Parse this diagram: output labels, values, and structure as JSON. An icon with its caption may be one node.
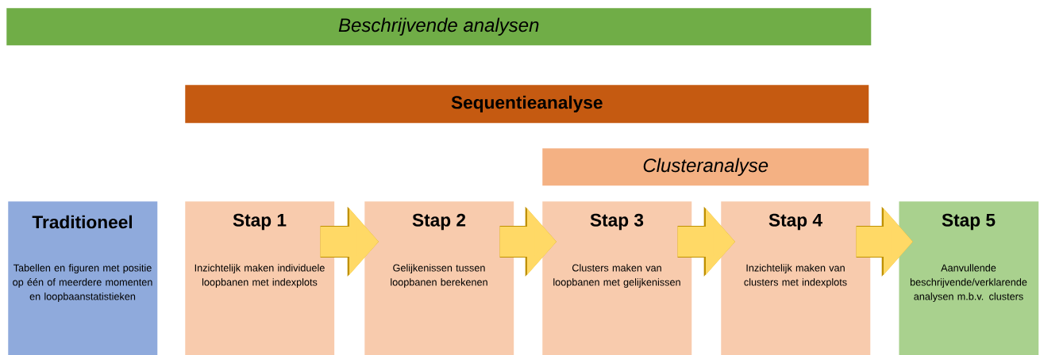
{
  "diagram": {
    "nodes": [
      {
        "text": [
          "Beschrijvende analysen"
        ]
      },
      {
        "text": [
          "Sequentieanalyse"
        ]
      },
      {
        "text": [
          "Clusteranalyse"
        ]
      },
      {
        "text": [
          "Traditioneel",
          "Tabellen en figuren met positie op één of meerdere momenten en loopbaanstatistieken"
        ]
      },
      {
        "text": [
          "Stap 1",
          "Inzichtelijk maken individuele loopbanen met indexplots"
        ]
      },
      {
        "text": [
          "Stap 2",
          "Gelijkenissen tussen loopbanen berekenen"
        ]
      },
      {
        "text": [
          "Stap 3",
          "Clusters maken van loopbanen met gelijkenissen"
        ]
      },
      {
        "text": [
          "Stap 4",
          "Inzichtelijk maken van clusters met indexplots"
        ]
      },
      {
        "text": [
          "Stap 5",
          "Aanvullende beschrijvende/verklarende analysen m.b.v. clusters"
        ]
      }
    ],
    "edges": [
      {
        "from": 4,
        "to": 5,
        "arrow": "to"
      },
      {
        "from": 5,
        "to": 6,
        "arrow": "to"
      },
      {
        "from": 6,
        "to": 7,
        "arrow": "to"
      },
      {
        "from": 7,
        "to": 8,
        "arrow": "to"
      }
    ]
  }
}
